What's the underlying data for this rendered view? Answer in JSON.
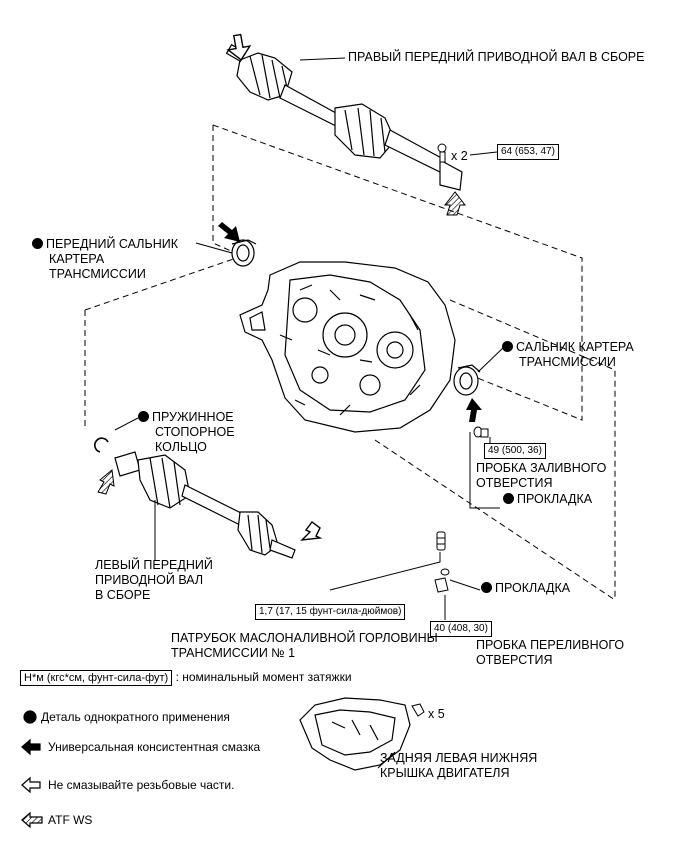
{
  "labels": {
    "right_shaft": "ПРАВЫЙ ПЕРЕДНИЙ ПРИВОДНОЙ ВАЛ В СБОРЕ",
    "front_seal_1": "ПЕРЕДНИЙ САЛЬНИК",
    "front_seal_2": "КАРТЕРА",
    "front_seal_3": "ТРАНСМИССИИ",
    "case_seal_1": "САЛЬНИК КАРТЕРА",
    "case_seal_2": "ТРАНСМИССИИ",
    "snap_ring_1": "ПРУЖИННОЕ",
    "snap_ring_2": "СТОПОРНОЕ",
    "snap_ring_3": "КОЛЬЦО",
    "fill_plug_1": "ПРОБКА ЗАЛИВНОГО",
    "fill_plug_2": "ОТВЕРСТИЯ",
    "gasket_1": "ПРОКЛАДКА",
    "gasket_2": "ПРОКЛАДКА",
    "left_shaft_1": "ЛЕВЫЙ ПЕРЕДНИЙ",
    "left_shaft_2": "ПРИВОДНОЙ ВАЛ",
    "left_shaft_3": "В СБОРЕ",
    "filler_pipe_1": "ПАТРУБОК МАСЛОНАЛИВНОЙ ГОРЛОВИНЫ",
    "filler_pipe_2": "ТРАНСМИССИИ № 1",
    "overflow_plug_1": "ПРОБКА ПЕРЕЛИВНОГО",
    "overflow_plug_2": "ОТВЕРСТИЯ",
    "under_cover_1": "ЗАДНЯЯ ЛЕВАЯ НИЖНЯЯ",
    "under_cover_2": "КРЫШКА ДВИГАТЕЛЯ",
    "qty_bolts": "x 2",
    "qty_clips": "x 5"
  },
  "torque": {
    "shaft_bolts": "64 (653, 47)",
    "fill_plug": "49 (500, 36)",
    "filler_pipe": "1,7 (17, 15 фунт-сила-дюймов)",
    "overflow_plug": "40 (408, 30)"
  },
  "legend": {
    "torque_box": "Н*м (кгс*см, фунт-сила-фут)",
    "torque_text": ": номинальный момент затяжки",
    "non_reusable": "Деталь однократного применения",
    "grease": "Универсальная консистентная смазка",
    "no_lube": "Не смазывайте резьбовые части.",
    "atf": "ATF WS"
  }
}
